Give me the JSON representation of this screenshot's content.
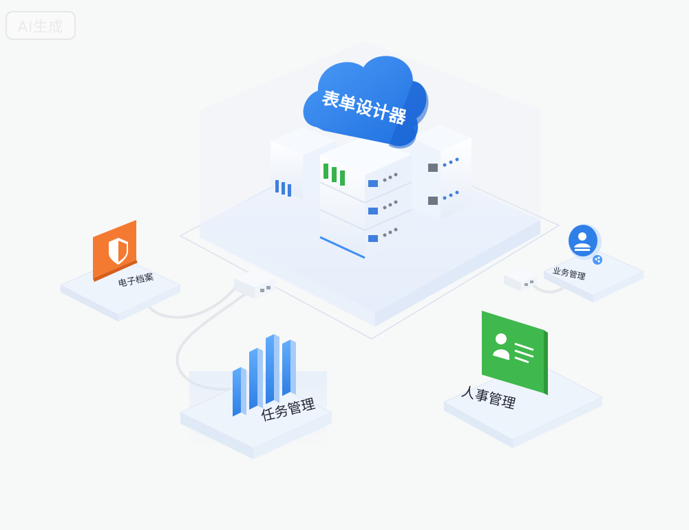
{
  "badge": {
    "text": "AI生成"
  },
  "center": {
    "cloud_label": "表单设计器"
  },
  "nodes": {
    "archive": {
      "label": "电子档案",
      "icon": "shield-icon"
    },
    "task": {
      "label": "任务管理",
      "icon": "bar-chart-icon"
    },
    "hr": {
      "label": "人事管理",
      "icon": "id-card-icon"
    },
    "business": {
      "label": "业务管理",
      "icon": "user-stamp-icon"
    }
  },
  "colors": {
    "cloud": "#2f7fe8",
    "archive_card": "#f47a31",
    "hr_card": "#3fb84d",
    "bars": "#3b8ef0",
    "server_accent": "#3f7fdd",
    "server_green": "#37b24d",
    "platform": "#e9f1fc"
  }
}
